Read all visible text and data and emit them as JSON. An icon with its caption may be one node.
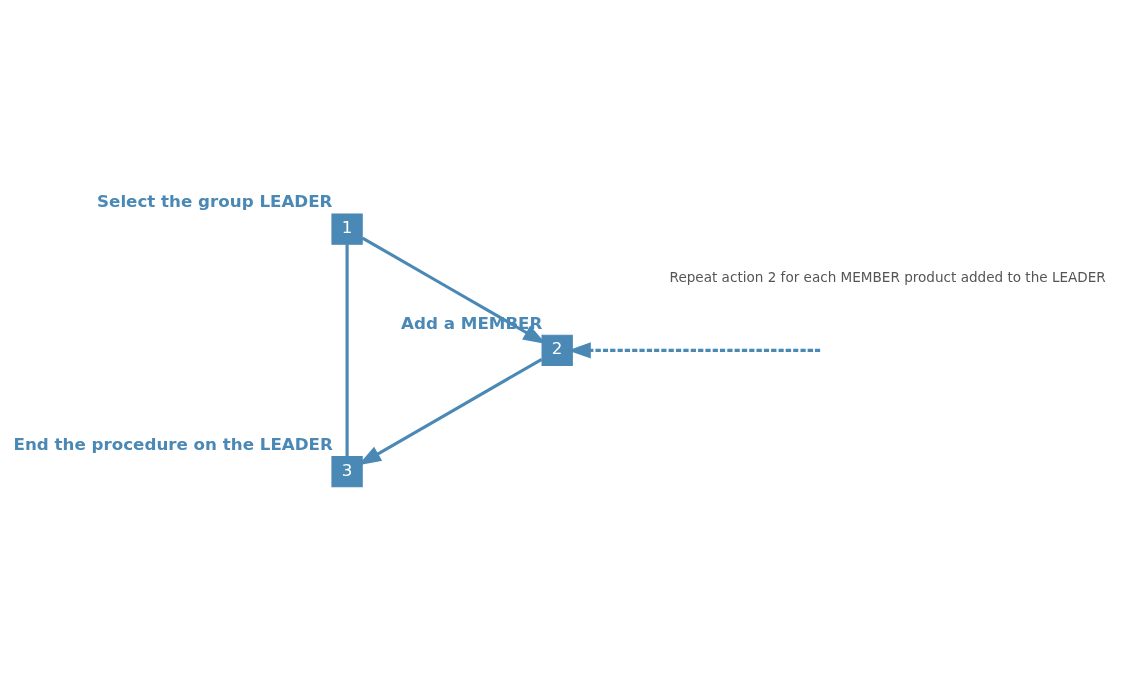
{
  "diagram": {
    "nodes": [
      {
        "text": [
          "1"
        ],
        "beside": [
          "Select the group LEADER"
        ]
      },
      {
        "text": [
          "2"
        ],
        "beside": [
          "Add a MEMBER"
        ]
      },
      {
        "text": [
          "3"
        ],
        "beside": [
          "End the procedure on the LEADER"
        ]
      }
    ],
    "edges": [
      {
        "from": 0,
        "to": 1,
        "arrow": "to"
      },
      {
        "from": 1,
        "to": 2,
        "arrow": "to"
      },
      {
        "from": 2,
        "to": 0,
        "arrow": "none"
      },
      {
        "from": null,
        "to": 1,
        "arrow": "to",
        "style": "dashed"
      }
    ],
    "labels": [
      "Repeat action 2 for each MEMBER product added to the LEADER"
    ]
  }
}
